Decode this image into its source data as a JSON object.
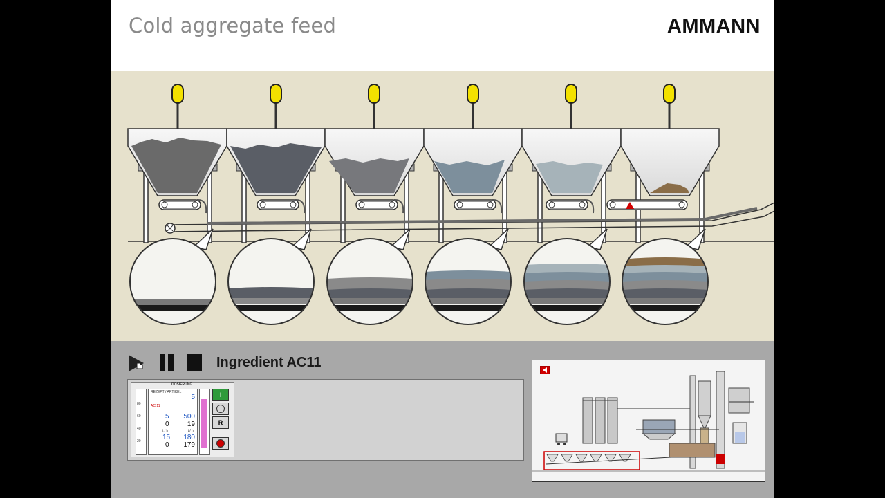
{
  "header": {
    "title": "Cold aggregate feed",
    "logo": "AMMANN"
  },
  "controls": {
    "play_icon": "play-icon",
    "pause_icon": "pause-icon",
    "stop_icon": "stop-icon",
    "ingredient_label": "Ingredient AC11"
  },
  "dosing_panel": {
    "title": "DOSIERUNG",
    "recipe_label": "REZEPT / ARTIKEL",
    "recipe_number": "5",
    "recipe_code": "AC 11",
    "row1": {
      "left": "5",
      "right": "500"
    },
    "row2": {
      "left": "0",
      "right": "19"
    },
    "unit_left": "t / h",
    "unit_right": "t / h",
    "row3": {
      "left": "15",
      "right": "180"
    },
    "row4": {
      "left": "0",
      "right": "179"
    },
    "scale_ticks": [
      "80",
      "60",
      "40",
      "20"
    ],
    "button_labels": [
      "I",
      "",
      "R",
      ""
    ]
  },
  "colors": {
    "stage_bg": "#e6e1cc",
    "control_bg": "#a8a8a8",
    "indicator_yellow": "#f3e100",
    "highlight_red": "#d10000"
  }
}
